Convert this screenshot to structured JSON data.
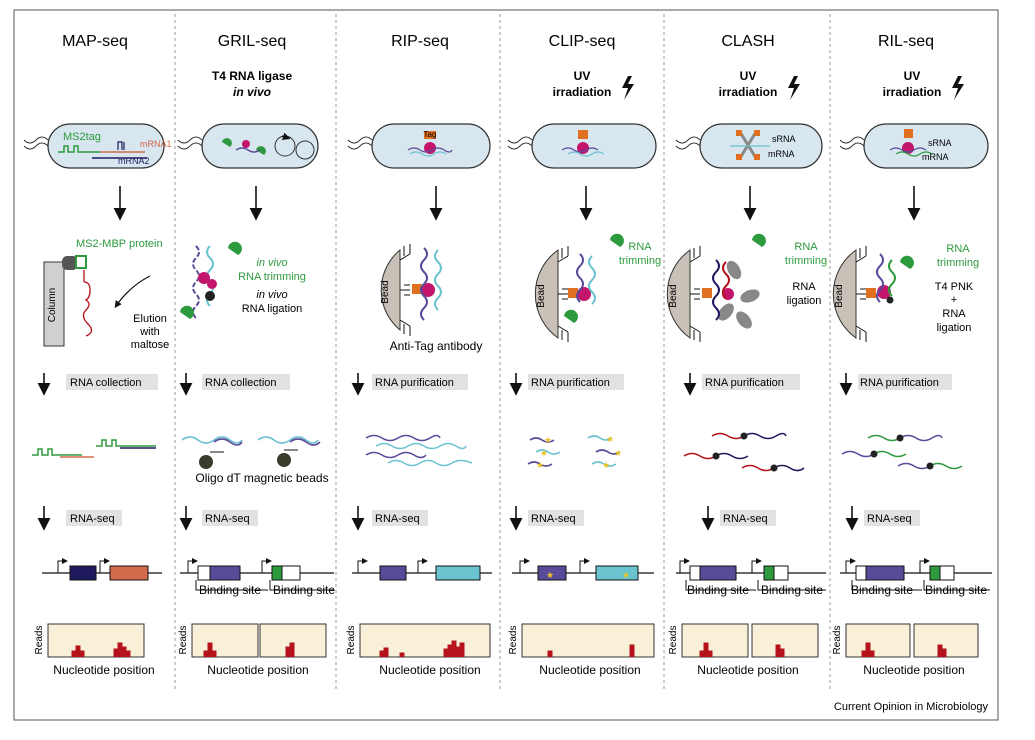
{
  "columns": [
    {
      "id": "map-seq",
      "title": "MAP-seq",
      "cell": [
        "MS2tag",
        "mRNA1",
        "mRNA2"
      ],
      "stage2": [
        "MS2-MBP protein",
        "Column",
        "Elution",
        "with",
        "maltose"
      ],
      "step1": "RNA collection",
      "step2": "RNA-seq",
      "footer": "Nucleotide position"
    },
    {
      "id": "gril-seq",
      "title": "GRIL-seq",
      "header": [
        "T4 RNA ligase",
        "in vivo"
      ],
      "stage2": [
        "in vivo",
        "RNA trimming",
        "in vivo",
        "RNA ligation"
      ],
      "step1": "RNA collection",
      "stage3": "Oligo dT magnetic beads",
      "step2": "RNA-seq",
      "binding": [
        "Binding site",
        "Binding site"
      ],
      "footer": "Nucleotide position"
    },
    {
      "id": "rip-seq",
      "title": "RIP-seq",
      "cell": [
        "Tag"
      ],
      "stage2": [
        "Bead",
        "Anti-Tag antibody"
      ],
      "step1": "RNA purification",
      "step2": "RNA-seq",
      "footer": "Nucleotide position"
    },
    {
      "id": "clip-seq",
      "title": "CLIP-seq",
      "header": [
        "UV",
        "irradiation"
      ],
      "stage2": [
        "RNA",
        "trimming",
        "Bead"
      ],
      "step1": "RNA purification",
      "step2": "RNA-seq",
      "footer": "Nucleotide position"
    },
    {
      "id": "clash",
      "title": "CLASH",
      "header": [
        "UV",
        "irradiation"
      ],
      "cell": [
        "sRNA",
        "mRNA"
      ],
      "stage2": [
        "RNA",
        "trimming",
        "RNA",
        "ligation",
        "Bead"
      ],
      "step1": "RNA purification",
      "step2": "RNA-seq",
      "binding": [
        "Binding site",
        "Binding site"
      ],
      "footer": "Nucleotide position"
    },
    {
      "id": "ril-seq",
      "title": "RIL-seq",
      "header": [
        "UV",
        "irradiation"
      ],
      "cell": [
        "sRNA",
        "mRNA"
      ],
      "stage2": [
        "RNA",
        "trimming",
        "T4 PNK",
        "+",
        "RNA",
        "ligation",
        "Bead"
      ],
      "step1": "RNA purification",
      "step2": "RNA-seq",
      "binding": [
        "Binding site",
        "Binding site"
      ],
      "footer": "Nucleotide position"
    }
  ],
  "reads_label": "Reads",
  "credit": "Current Opinion in Microbiology",
  "colors": {
    "green": "#2e9a3e",
    "red": "#b5121b",
    "purple": "#5a4a9a",
    "navy": "#1f1a5e",
    "cyan": "#6cc3d0",
    "orange": "#e07020",
    "salmon": "#d26a4c",
    "cell_fill": "#d8e6f0",
    "reads_fill": "#f8f1d8",
    "bead_fill": "#c9c0b8",
    "label_bg": "#e2e2e2"
  }
}
